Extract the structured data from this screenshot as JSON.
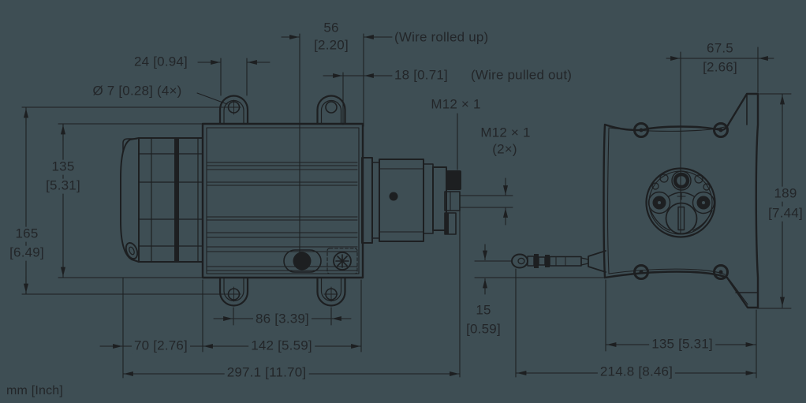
{
  "colors": {
    "background": "#3E4E54",
    "line": "#1D1F21",
    "text": "#232629"
  },
  "side_view": {
    "dim_lug_width": "24 [0.94]",
    "hole_callout": "Ø 7 [0.28] (4×)",
    "dim_wire_offset_mm": "56",
    "dim_wire_offset_in": "[2.20]",
    "note_wire_rolled_up": "(Wire rolled up)",
    "dim_wire_pulled": "18 [0.71]",
    "note_wire_pulled_out": "(Wire pulled out)",
    "connector_thread_top": "M12 × 1",
    "connector_thread_side": "M12 × 1",
    "connector_thread_side_count": "(2×)",
    "dim_body_height_mm": "135",
    "dim_body_height_in": "[5.31]",
    "dim_lug_height_mm": "165",
    "dim_lug_height_in": "[6.49]",
    "dim_lug_spacing": "86 [3.39]",
    "dim_drum_section": "70 [2.76]",
    "dim_body_length": "142 [5.59]",
    "dim_total_length": "297.1 [11.70]"
  },
  "front_view": {
    "dim_center_offset_mm": "67.5",
    "dim_center_offset_in": "[2.66]",
    "dim_total_height_mm": "189",
    "dim_total_height_in": "[7.44]",
    "dim_wire_height_mm": "15",
    "dim_wire_height_in": "[0.59]",
    "dim_body_width": "135 [5.31]",
    "dim_wire_reach": "214.8 [8.46]"
  },
  "footer": {
    "units_note": "mm [Inch]"
  }
}
